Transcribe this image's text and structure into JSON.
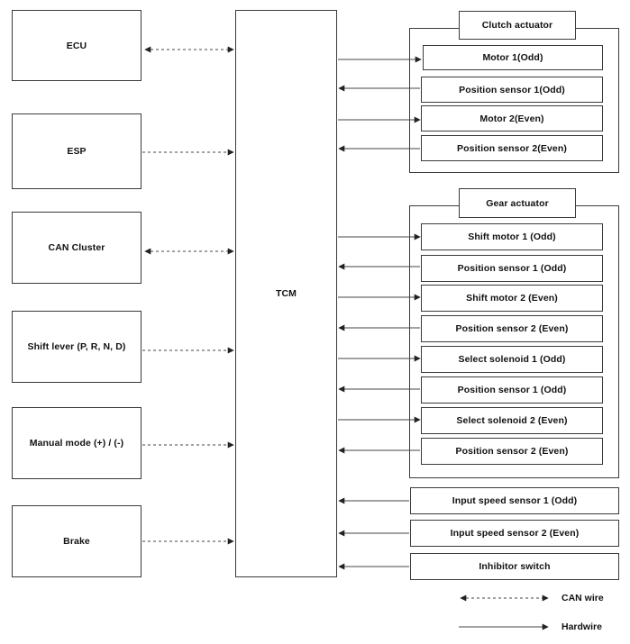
{
  "left_modules": [
    "ECU",
    "ESP",
    "CAN Cluster",
    "Shift lever (P, R, N, D)",
    "Manual mode (+) / (-)",
    "Brake"
  ],
  "tcm": "TCM",
  "clutch_group": {
    "title": "Clutch actuator",
    "items": [
      "Motor 1(Odd)",
      "Position sensor 1(Odd)",
      "Motor 2(Even)",
      "Position sensor 2(Even)"
    ]
  },
  "gear_group": {
    "title": "Gear actuator",
    "items": [
      "Shift motor 1 (Odd)",
      "Position sensor 1 (Odd)",
      "Shift motor 2 (Even)",
      "Position sensor 2 (Even)",
      "Select solenoid 1 (Odd)",
      "Position sensor 1 (Odd)",
      "Select solenoid 2 (Even)",
      "Position sensor 2 (Even)"
    ]
  },
  "sensors": [
    "Input speed sensor 1 (Odd)",
    "Input speed sensor 2 (Even)",
    "Inhibitor switch"
  ],
  "legend": {
    "can_wire": "CAN wire",
    "hardwire": "Hardwire"
  }
}
